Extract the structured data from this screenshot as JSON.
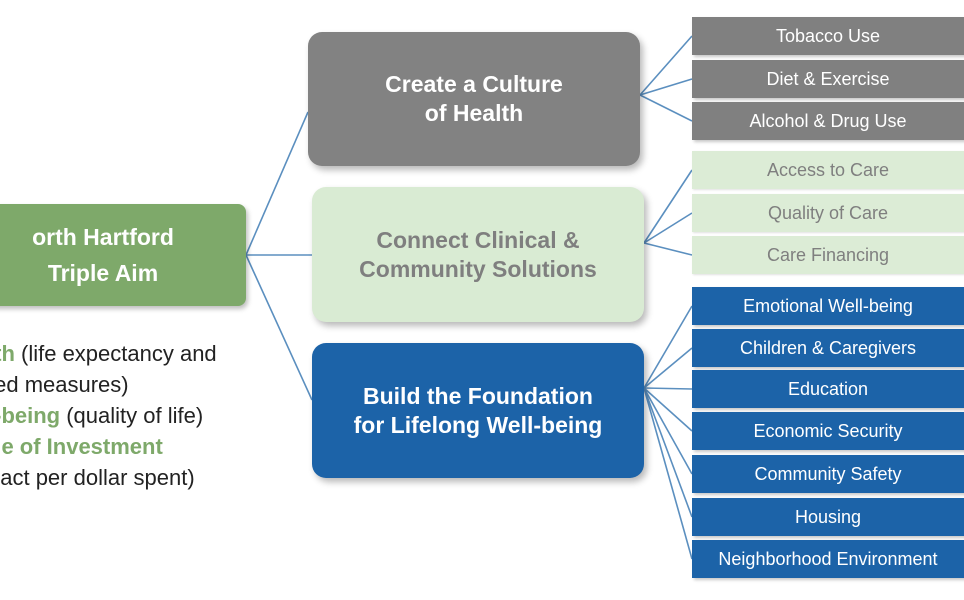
{
  "colors": {
    "gray": "#828282",
    "green": "#7ea96a",
    "light_green": "#d9ebd3",
    "blue": "#1c63a8",
    "connector": "#5b8fbf"
  },
  "root": {
    "label": "orth Hartford\nTriple Aim"
  },
  "aims": [
    {
      "highlight": "lth",
      "text": " (life expectancy and"
    },
    {
      "highlight": "",
      "text": "ted measures)"
    },
    {
      "highlight": "l-being",
      "text": " (quality of life)"
    },
    {
      "highlight": "ue of Investment",
      "text": ""
    },
    {
      "highlight": "",
      "text": "pact per dollar spent)"
    }
  ],
  "branches": [
    {
      "label": "Create a Culture\nof Health",
      "leaves": [
        "Tobacco Use",
        "Diet & Exercise",
        "Alcohol & Drug Use"
      ]
    },
    {
      "label": "Connect Clinical &\nCommunity Solutions",
      "leaves": [
        "Access to Care",
        "Quality of Care",
        "Care Financing"
      ]
    },
    {
      "label": "Build the Foundation\nfor Lifelong Well-being",
      "leaves": [
        "Emotional Well-being",
        "Children & Caregivers",
        "Education",
        "Economic Security",
        "Community Safety",
        "Housing",
        "Neighborhood Environment"
      ]
    }
  ]
}
